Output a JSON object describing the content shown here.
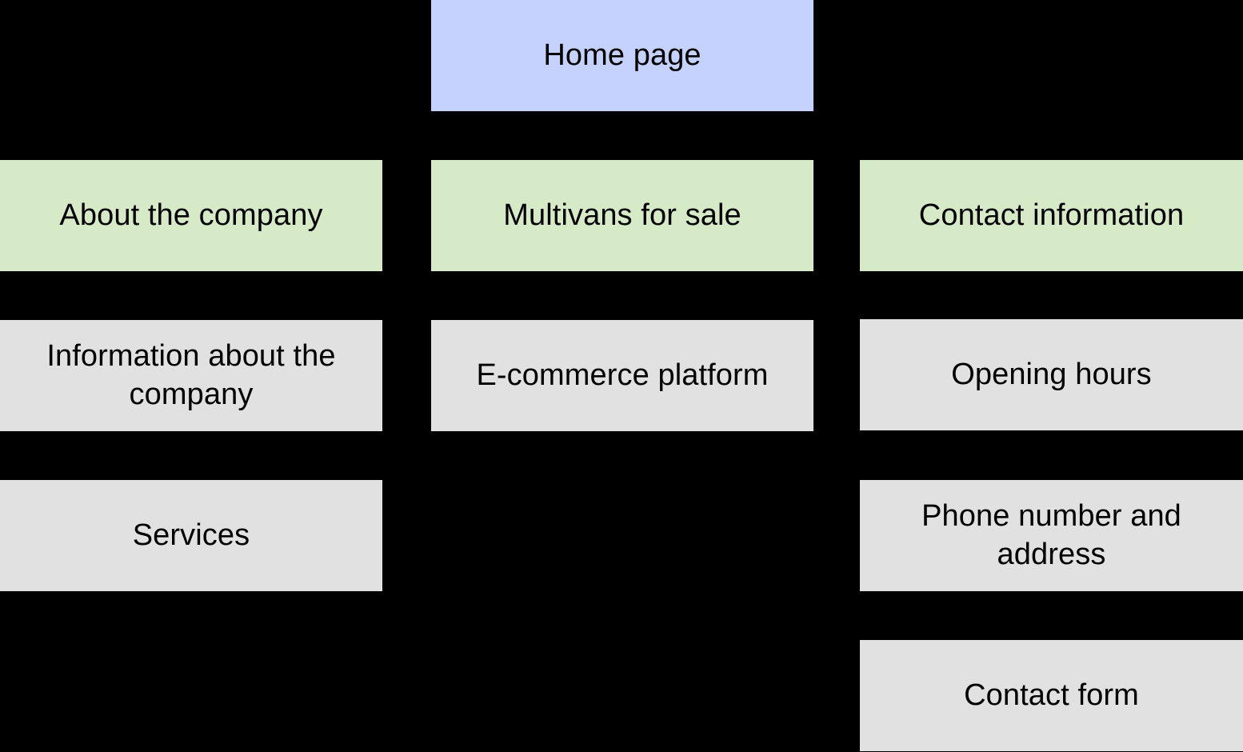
{
  "diagram": {
    "type": "sitemap-tree",
    "background_color": "#000000",
    "text_color": "#000000",
    "levels": [
      {
        "name": "root",
        "fill_color": "#c5d2fe",
        "nodes": [
          {
            "id": "home-page",
            "label": "Home page",
            "column": 2
          }
        ]
      },
      {
        "name": "level-one",
        "fill_color": "#d7eac8",
        "nodes": [
          {
            "id": "about-the-company",
            "label": "About the company",
            "column": 1
          },
          {
            "id": "multivans-for-sale",
            "label": "Multivans for sale",
            "column": 2
          },
          {
            "id": "contact-information",
            "label": "Contact information",
            "column": 3
          }
        ]
      },
      {
        "name": "level-two",
        "fill_color": "#e1e1e1",
        "nodes": [
          {
            "id": "information-about-the-company",
            "label": "Information about the company",
            "column": 1
          },
          {
            "id": "e-commerce-platform",
            "label": "E-commerce platform",
            "column": 2
          },
          {
            "id": "opening-hours",
            "label": "Opening hours",
            "column": 3
          },
          {
            "id": "services",
            "label": "Services",
            "column": 1
          },
          {
            "id": "phone-number-and-address",
            "label": "Phone number and address",
            "column": 3
          },
          {
            "id": "contact-form",
            "label": "Contact form",
            "column": 3
          }
        ]
      }
    ]
  },
  "nodes": {
    "home_page": "Home page",
    "about_the_company": "About the company",
    "multivans_for_sale": "Multivans for sale",
    "contact_information": "Contact information",
    "information_about_the_company": "Information about the company",
    "e_commerce_platform": "E-commerce platform",
    "opening_hours": "Opening hours",
    "services": "Services",
    "phone_number_and_address": "Phone number and address",
    "contact_form": "Contact form"
  }
}
